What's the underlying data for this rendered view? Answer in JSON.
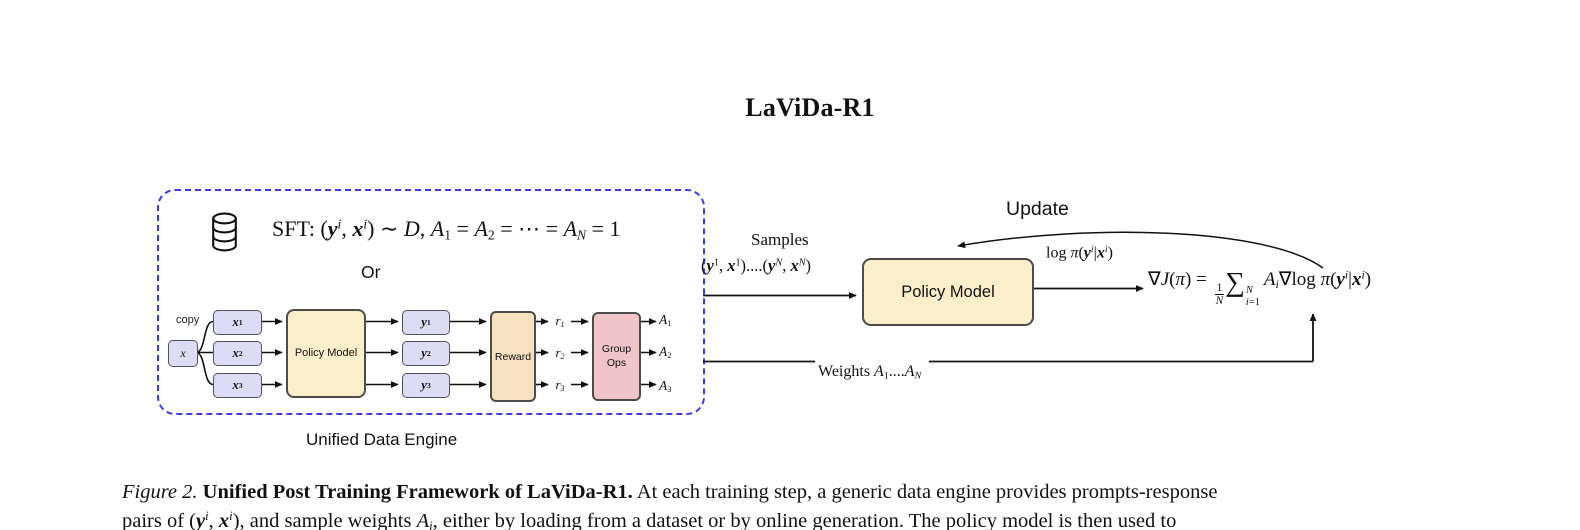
{
  "page": {
    "title": "LaViDa-R1"
  },
  "data_engine": {
    "label": "Unified Data Engine",
    "sft_formula_html": "SFT: (<b><i>y</i></b><sup><i>i</i></sup>, <b><i>x</i></b><sup><i>i</i></sup>) ∼ <i>D</i>, <i>A</i><sub>1</sub> = <i>A</i><sub>2</sub> = ⋯ = <i>A</i><sub><i>N</i></sub> = 1",
    "or_label": "Or",
    "flow": {
      "copy_label": "copy",
      "x_input_label_html": "<i>x</i>",
      "x_labels_html": [
        "<i>x</i><sup>1</sup>",
        "<i>x</i><sup>2</sup>",
        "<i>x</i><sup>3</sup>"
      ],
      "policy_model_label": "Policy Model",
      "y_labels_html": [
        "<i>y</i><sup>1</sup>",
        "<i>y</i><sup>2</sup>",
        "<i>y</i><sup>3</sup>"
      ],
      "reward_label": "Reward",
      "r_labels_html": [
        "<i>r</i><sub>1</sub>",
        "<i>r</i><sub>2</sub>",
        "<i>r</i><sub>3</sub>"
      ],
      "group_ops_label": "Group Ops",
      "a_labels_html": [
        "<i>A</i><sub>1</sub>",
        "<i>A</i><sub>2</sub>",
        "<i>A</i><sub>3</sub>"
      ]
    }
  },
  "main_flow": {
    "samples_label": "Samples",
    "samples_formula_html": "(<b><i>y</i></b><sup>1</sup>, <b><i>x</i></b><sup>1</sup>)....(<b><i>y</i></b><sup><i>N</i></sup>, <b><i>x</i></b><sup><i>N</i></sup>)",
    "policy_model_label": "Policy Model",
    "update_label": "Update",
    "log_pi_html": "log <i>π</i>(<b><i>y</i></b><sup><i>i</i></sup>|<b><i>x</i></b><sup><i>i</i></sup>)",
    "gradient_formula_html": "∇<i>J</i>(<i>π</i>) = <span class=\"frac\"><span class=\"num\">1</span><span><i>N</i></span></span><span class=\"sum\">∑</span><span class=\"lims\"><span><i>N</i></span><span><i>i</i>=1</span></span><i>A</i><sub><i>i</i></sub>∇log <i>π</i>(<b><i>y</i></b><sup><i>i</i></sup>|<b><i>x</i></b><sup><i>i</i></sup>)",
    "weights_label_html": "Weights <i>A</i><sub>1</sub>....<i>A</i><sub><i>N</i></sub>"
  },
  "caption": {
    "line1_html": "<i>Figure 2.</i> <b>Unified Post Training Framework of LaViDa-R1.</b> At each training step, a generic data engine provides prompts-response",
    "line2_html": "pairs of (<b><i>y</i></b><sup><i>i</i></sup>, <b><i>x</i></b><sup><i>i</i></sup>), and sample weights <i>A</i><sub><i>i</i></sub>, either by loading from a dataset or by online generation. The policy model is then used to"
  },
  "colors": {
    "dashed_border_blue": "#3b3bf0",
    "lavender_box": "#dcdcf7",
    "yellow_box": "#faefca",
    "peach_box": "#f8e1c0",
    "pink_box": "#f0c5ca",
    "line_black": "#111111"
  }
}
